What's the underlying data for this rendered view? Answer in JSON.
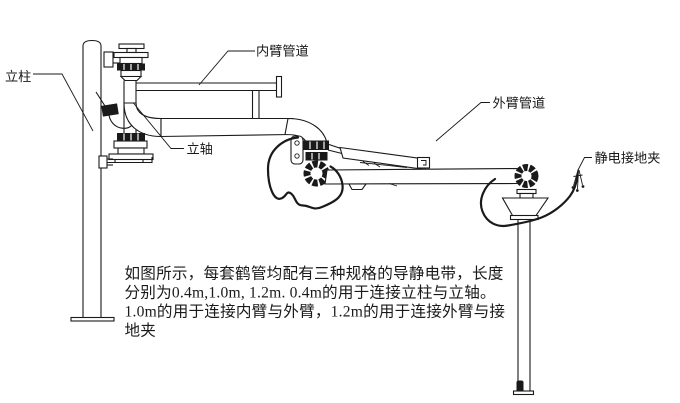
{
  "diagram": {
    "title_hint": "loading-arm-static-grounding-diagram",
    "labels": {
      "column": "立柱",
      "inner_arm_pipe": "内臂管道",
      "vertical_shaft": "立轴",
      "outer_arm_pipe": "外臂管道",
      "grounding_clamp": "静电接地夹"
    },
    "note_lines": [
      "如图所示，每套鹤管均配有三种规格的导静电带，长度",
      "分别为0.4m,1.0m, 1.2m. 0.4m的用于连接立柱与立轴。",
      "1.0m的用于连接内臂与外臂，1.2m的用于连接外臂与接",
      "地夹"
    ],
    "colors": {
      "line": "#1a1a1a",
      "background": "#ffffff"
    }
  }
}
